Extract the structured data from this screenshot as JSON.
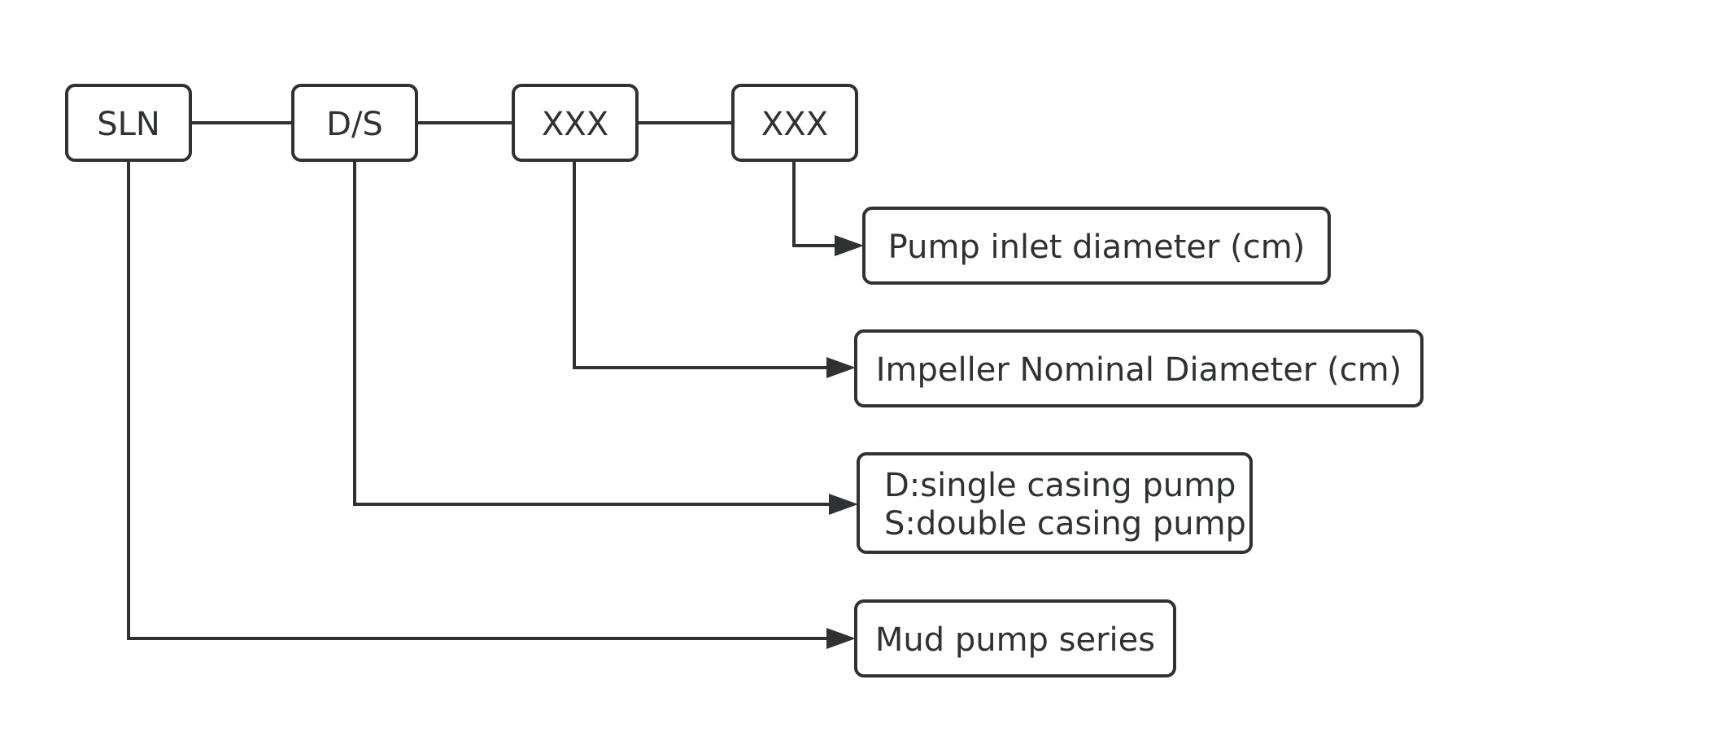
{
  "colors": {
    "line": "#2f3133",
    "text": "#2f3133",
    "background": "#ffffff"
  },
  "code_boxes": {
    "series": "SLN",
    "casing": "D/S",
    "impeller": "XXX",
    "inlet": "XXX"
  },
  "descriptions": {
    "inlet": "Pump inlet diameter (cm)",
    "impeller": "Impeller Nominal Diameter (cm)",
    "casing_line1": "D:single casing pump",
    "casing_line2": "S:double casing pump",
    "series": "Mud pump series"
  }
}
